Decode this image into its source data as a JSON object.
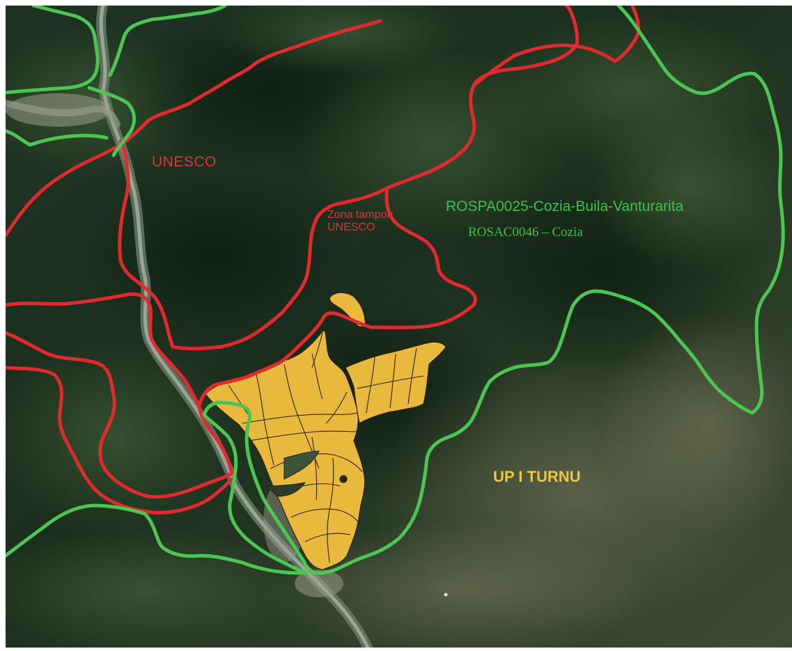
{
  "map": {
    "labels": {
      "unesco": "UNESCO",
      "buffer_zone": "Zona tampon UNESCO",
      "rospa": "ROSPA0025-Cozia-Buila-Vanturarita",
      "rosac": "ROSAC0046 – Cozia",
      "forest_unit": "UP I TURNU"
    },
    "colors": {
      "unesco_boundary": "#e02a2e",
      "natura2000_boundary": "#4cc552",
      "forest_unit_fill": "#e8b93c",
      "forest_unit_lines": "#2a2410",
      "river": "#8a9a88",
      "terrain_dark": "#1b2e1c",
      "terrain_light": "#5f6f4d"
    },
    "legend": []
  }
}
